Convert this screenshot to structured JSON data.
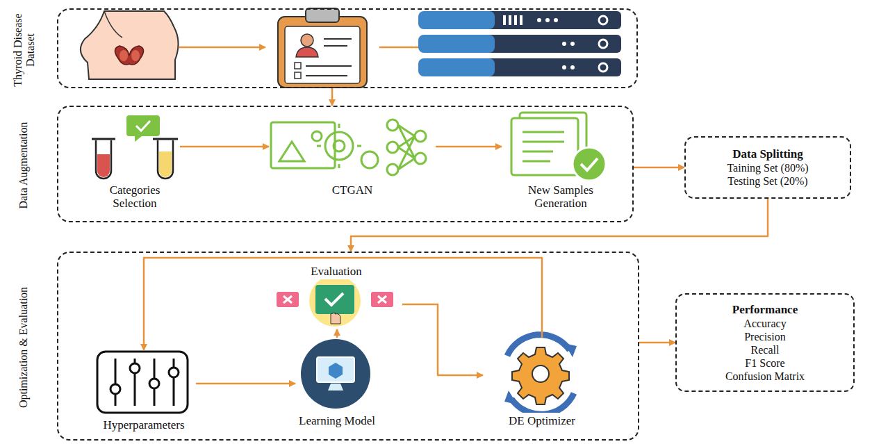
{
  "diagram": {
    "nodes": [
      {
        "text": [
          "Thyroid Disease Dataset"
        ]
      },
      {
        "text": [
          "Data Augmentation"
        ]
      },
      {
        "text": [
          "Categories Selection"
        ],
        "in": 1
      },
      {
        "text": [
          "CTGAN"
        ],
        "in": 1
      },
      {
        "text": [
          "New Samples Generation"
        ],
        "in": 1
      },
      {
        "text": [
          "Data Splitting",
          "Taining Set (80%)",
          "Testing Set (20%)"
        ]
      },
      {
        "text": [
          "Optimization & Evaluation"
        ]
      },
      {
        "text": [
          "Evaluation"
        ],
        "in": 6
      },
      {
        "text": [
          "Hyperparameters"
        ],
        "in": 6
      },
      {
        "text": [
          "Learning Model"
        ],
        "in": 6
      },
      {
        "text": [
          "DE Optimizer"
        ],
        "in": 6
      },
      {
        "text": [
          "Performance",
          "Accuracy",
          "Precision",
          "Recall",
          "F1 Score",
          "Confusion Matrix"
        ]
      }
    ],
    "edges": [
      {
        "from": 0,
        "to": 1,
        "arrow": "to"
      },
      {
        "from": 2,
        "to": 3,
        "arrow": "to"
      },
      {
        "from": 3,
        "to": 4,
        "arrow": "to"
      },
      {
        "from": 1,
        "to": 5,
        "arrow": "to"
      },
      {
        "from": 5,
        "to": 6,
        "arrow": "to"
      },
      {
        "from": 8,
        "to": 9,
        "arrow": "to"
      },
      {
        "from": 9,
        "to": 7,
        "arrow": "to"
      },
      {
        "from": 7,
        "to": 10,
        "arrow": "to"
      },
      {
        "from": 10,
        "to": 8,
        "arrow": "to"
      },
      {
        "from": 6,
        "to": 11,
        "arrow": "to"
      }
    ]
  }
}
